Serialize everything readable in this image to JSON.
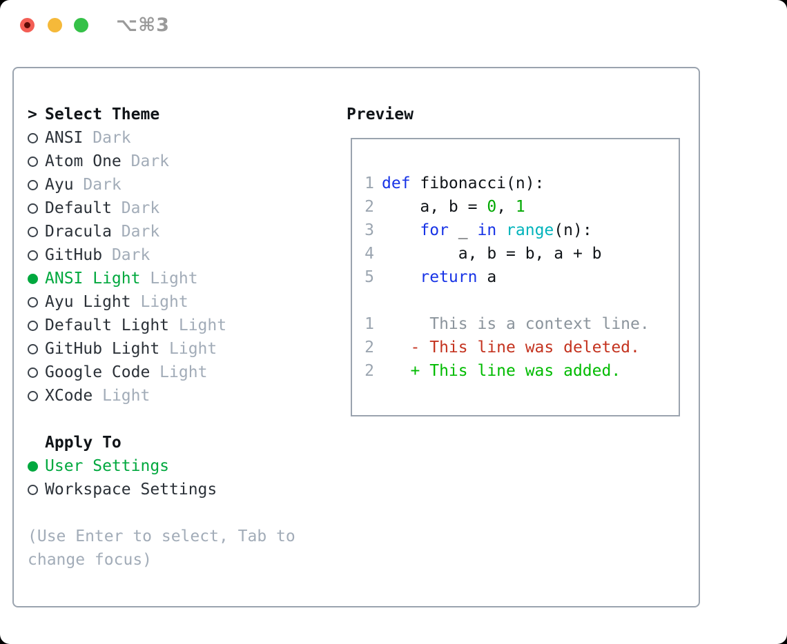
{
  "window": {
    "shortcut": "⌥⌘3",
    "traffic_lights": [
      {
        "name": "close",
        "color": "#f35e55"
      },
      {
        "name": "minimize",
        "color": "#f5b93a"
      },
      {
        "name": "zoom",
        "color": "#35c148"
      }
    ]
  },
  "colors": {
    "header_text": "#101418",
    "item_text": "#2b3138",
    "tag_text": "#a2acb8",
    "help_text": "#a2acb8",
    "lineno_gray": "#9ba5b0",
    "context_gray": "#8b949c",
    "selected_green": "#00a83e",
    "added_green": "#00bb00",
    "literal_green": "#00a800",
    "deleted_red": "#c4331f",
    "keyword_blue": "#1733e6",
    "builtin_cyan": "#00b3bb",
    "border_gray": "#9aa3ae",
    "shortcut_gray": "#9a9a9a",
    "light_red": "#f35e55",
    "light_red_dot": "#5c0b06",
    "light_yellow": "#f5b93a",
    "light_green": "#35c148"
  },
  "theme_list": {
    "focus_prefix": ">",
    "header": "Select Theme",
    "themes": [
      {
        "name": "ANSI",
        "tag": "Dark",
        "selected": false
      },
      {
        "name": "Atom One",
        "tag": "Dark",
        "selected": false
      },
      {
        "name": "Ayu",
        "tag": "Dark",
        "selected": false
      },
      {
        "name": "Default",
        "tag": "Dark",
        "selected": false
      },
      {
        "name": "Dracula",
        "tag": "Dark",
        "selected": false
      },
      {
        "name": "GitHub",
        "tag": "Dark",
        "selected": false
      },
      {
        "name": "ANSI Light",
        "tag": "Light",
        "selected": true
      },
      {
        "name": "Ayu Light",
        "tag": "Light",
        "selected": false
      },
      {
        "name": "Default Light",
        "tag": "Light",
        "selected": false
      },
      {
        "name": "GitHub Light",
        "tag": "Light",
        "selected": false
      },
      {
        "name": "Google Code",
        "tag": "Light",
        "selected": false
      },
      {
        "name": "XCode",
        "tag": "Light",
        "selected": false
      }
    ]
  },
  "apply_to": {
    "header": "Apply To",
    "options": [
      {
        "label": "User Settings",
        "selected": true
      },
      {
        "label": "Workspace Settings",
        "selected": false
      }
    ]
  },
  "help": {
    "lines": [
      "(Use Enter to select, Tab to",
      "change focus)"
    ]
  },
  "preview": {
    "header": "Preview",
    "code_lines": [
      {
        "num": "1",
        "tokens": [
          {
            "c": "kw",
            "t": "def"
          },
          {
            "c": "plain",
            "t": " fibonacci(n):"
          }
        ]
      },
      {
        "num": "2",
        "tokens": [
          {
            "c": "plain",
            "t": "    a, b = "
          },
          {
            "c": "lit",
            "t": "0"
          },
          {
            "c": "plain",
            "t": ", "
          },
          {
            "c": "lit",
            "t": "1"
          }
        ]
      },
      {
        "num": "3",
        "tokens": [
          {
            "c": "plain",
            "t": "    "
          },
          {
            "c": "kw",
            "t": "for"
          },
          {
            "c": "plain",
            "t": " _ "
          },
          {
            "c": "kw",
            "t": "in"
          },
          {
            "c": "plain",
            "t": " "
          },
          {
            "c": "fn",
            "t": "range"
          },
          {
            "c": "plain",
            "t": "(n):"
          }
        ]
      },
      {
        "num": "4",
        "tokens": [
          {
            "c": "plain",
            "t": "        a, b = b, a + b"
          }
        ]
      },
      {
        "num": "5",
        "tokens": [
          {
            "c": "plain",
            "t": "    "
          },
          {
            "c": "kw",
            "t": "return"
          },
          {
            "c": "plain",
            "t": " a"
          }
        ]
      }
    ],
    "diff_lines": [
      {
        "num": "1",
        "tokens": [
          {
            "c": "ctx",
            "t": "     This is a context line."
          }
        ]
      },
      {
        "num": "2",
        "tokens": [
          {
            "c": "del",
            "t": "   - This line was deleted."
          }
        ]
      },
      {
        "num": "2",
        "tokens": [
          {
            "c": "add",
            "t": "   + This line was added."
          }
        ]
      }
    ]
  }
}
